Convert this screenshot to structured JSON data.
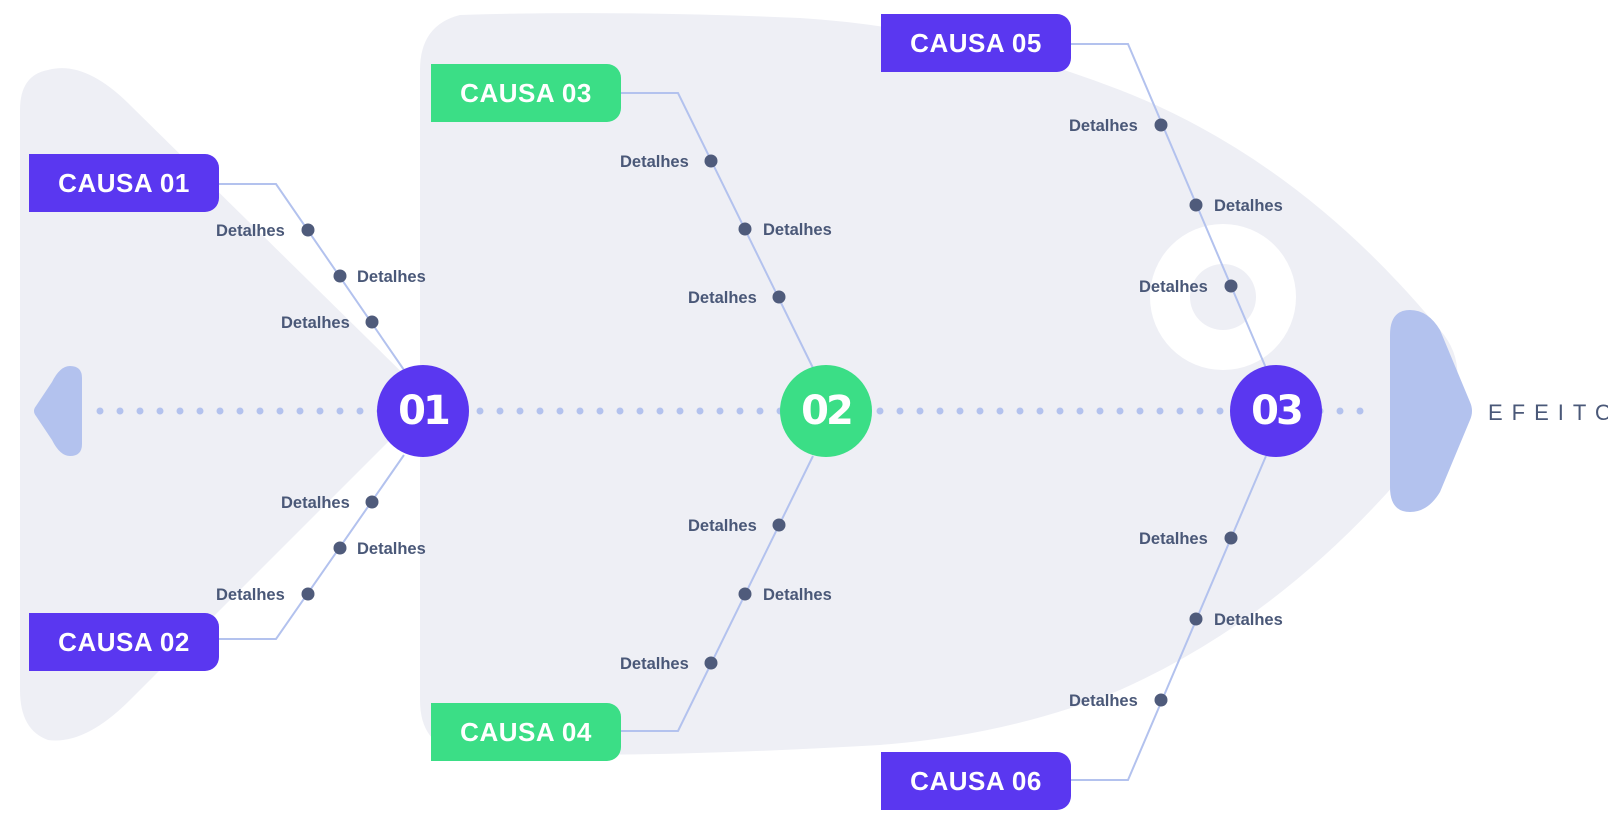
{
  "causes": {
    "c1": "CAUSA 01",
    "c2": "CAUSA 02",
    "c3": "CAUSA 03",
    "c4": "CAUSA 04",
    "c5": "CAUSA 05",
    "c6": "CAUSA 06"
  },
  "nodes": {
    "n1": "01",
    "n2": "02",
    "n3": "03"
  },
  "detail_label": "Detalhes",
  "effect_label": "EFEITO",
  "colors": {
    "blue": "#5a37f0",
    "green": "#3bde86",
    "fish_body": "#eeeff5",
    "connector": "#b3c2ee",
    "detail_dot": "#4f5b7b",
    "text": "#4a5878"
  }
}
